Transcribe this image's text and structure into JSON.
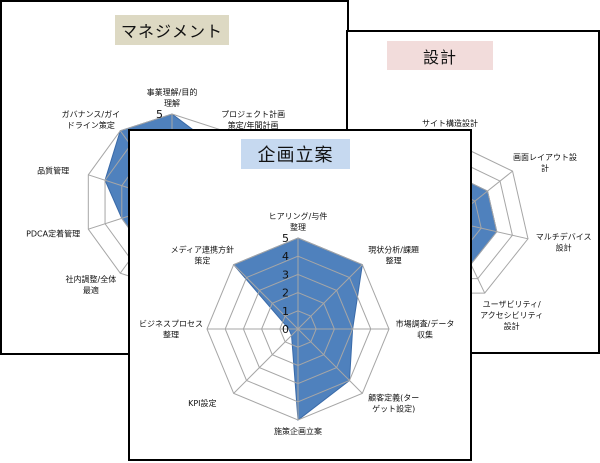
{
  "colors": {
    "fill": "#4f81bd",
    "grid": "#a6a6a6",
    "mgmt_title_bg": "#ddd9c3",
    "design_title_bg": "#f2dcdb",
    "plan_title_bg": "#c6d9f0"
  },
  "chart_data": [
    {
      "id": "mgmt",
      "type": "radar",
      "title": "マネジメント",
      "rlim": [
        0,
        5
      ],
      "ticks": [
        "5"
      ],
      "axes": [
        [
          "事業理解/目的",
          "理解"
        ],
        [
          "プロジェクト計画",
          "策定/年間計画"
        ],
        [],
        [],
        [],
        [],
        [
          "社内調整/全体",
          "最適"
        ],
        [
          "PDCA定着管理"
        ],
        [
          "品質管理"
        ],
        [
          "ガバナンス/ガイ",
          "ドライン策定"
        ]
      ],
      "values": [
        5,
        4,
        3,
        3,
        3,
        3,
        3,
        3,
        4,
        5
      ]
    },
    {
      "id": "design",
      "type": "radar",
      "title": "設計",
      "rlim": [
        0,
        5
      ],
      "ticks": [],
      "axes": [
        [
          "サイト構造設計"
        ],
        [
          "画面レイアウト設",
          "計"
        ],
        [
          "マルチデバイス",
          "設計"
        ],
        [
          "ユーザビリティ/",
          "アクセシビリティ",
          "設計"
        ],
        [],
        [],
        []
      ],
      "values": [
        3,
        3,
        3,
        3,
        3,
        3,
        3
      ]
    },
    {
      "id": "plan",
      "type": "radar",
      "title": "企画立案",
      "rlim": [
        0,
        5
      ],
      "ticks": [
        "0",
        "1",
        "2",
        "3",
        "4",
        "5"
      ],
      "axes": [
        [
          "ヒアリング/与件",
          "整理"
        ],
        [
          "現状分析/課題",
          "整理"
        ],
        [
          "市場調査/データ",
          "収集"
        ],
        [
          "顧客定義(ター",
          "ゲット設定)"
        ],
        [
          "施策企画立案"
        ],
        [
          "KPI設定"
        ],
        [
          "ビジネスプロセス",
          "整理"
        ],
        [
          "メディア連携方針",
          "策定"
        ]
      ],
      "values": [
        5,
        5,
        3,
        4,
        5,
        0.5,
        0.5,
        5
      ]
    }
  ]
}
